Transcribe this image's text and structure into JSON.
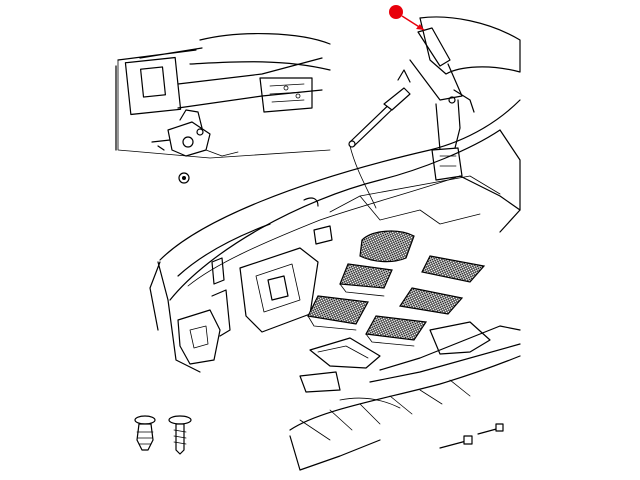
{
  "diagram": {
    "style": "exploded-view line drawing",
    "accent_color": "#e8000b",
    "line_color": "#000000",
    "background_color": "#ffffff",
    "callout": {
      "marker_icon": "red-dot-icon",
      "arrow_icon": "red-arrow-icon"
    },
    "parts": [
      "hood-latch-bracket",
      "hood-latch",
      "hood-prop-rod",
      "front-fascia-grille-inserts",
      "push-pin-fasteners",
      "hood-hinge"
    ]
  }
}
